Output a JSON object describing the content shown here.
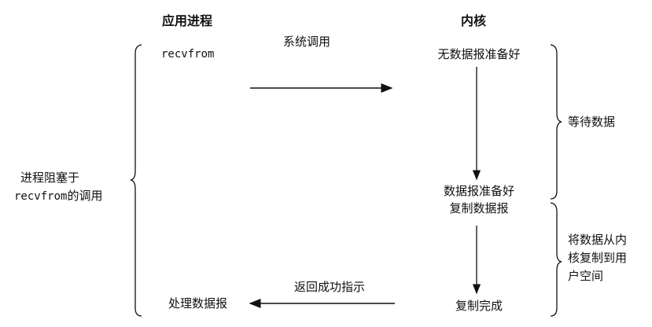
{
  "headers": {
    "app": "应用进程",
    "kernel": "内核"
  },
  "app": {
    "call": "recvfrom",
    "process": "处理数据报"
  },
  "arrows": {
    "syscall": "系统调用",
    "return": "返回成功指示"
  },
  "kernel": {
    "no_data": "无数据报准备好",
    "data_ready": "数据报准备好",
    "copy": "复制数据报",
    "done": "复制完成"
  },
  "phases": {
    "wait": "等待数据",
    "copy_line1": "将数据从内",
    "copy_line2": "核复制到用",
    "copy_line3": "户空间"
  },
  "blocked": {
    "line1": "进程阻塞于",
    "line2_code": "recvfrom",
    "line2_text": "的调用"
  }
}
